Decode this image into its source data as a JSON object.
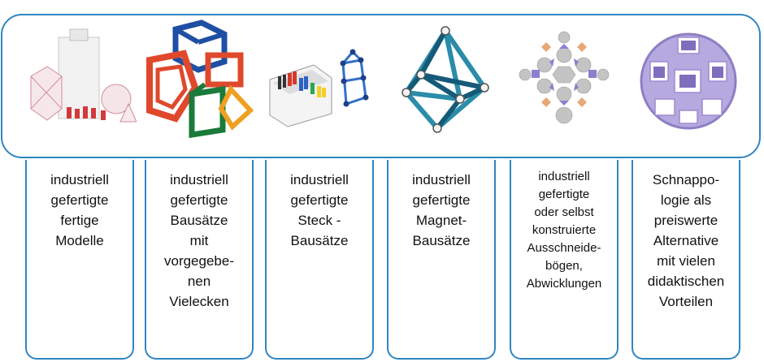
{
  "colors": {
    "frame": "#2e86c1",
    "text": "#111111"
  },
  "pictures": [
    {
      "name": "finished-models-photo",
      "icon": "transparent-polyhedra-models"
    },
    {
      "name": "polygon-kit-photo",
      "icon": "colored-frame-polyhedra"
    },
    {
      "name": "plug-kit-photo",
      "icon": "plug-construction-kit-box"
    },
    {
      "name": "magnet-kit-photo",
      "icon": "magnetic-rods-octahedron"
    },
    {
      "name": "cutout-net-photo",
      "icon": "polygon-net-pattern"
    },
    {
      "name": "snappology-photo",
      "icon": "snappology-ball"
    }
  ],
  "cards": [
    {
      "label": "industriell\ngefertigte\nfertige\nModelle"
    },
    {
      "label": "industriell\ngefertigte\nBausätze\nmit\nvorgegebe-\nnen\nVielecken"
    },
    {
      "label": "industriell\ngefertigte\nSteck -\nBausätze"
    },
    {
      "label": "industriell\ngefertigte\nMagnet-\nBausätze"
    },
    {
      "label": "industriell\ngefertigte\noder selbst\nkonstruierte\nAusschneide-\nbögen,\nAbwicklungen"
    },
    {
      "label": "Schnappo-\nlogie als\npreiswerte\nAlternative\nmit vielen\ndidaktischen\nVorteilen"
    }
  ]
}
